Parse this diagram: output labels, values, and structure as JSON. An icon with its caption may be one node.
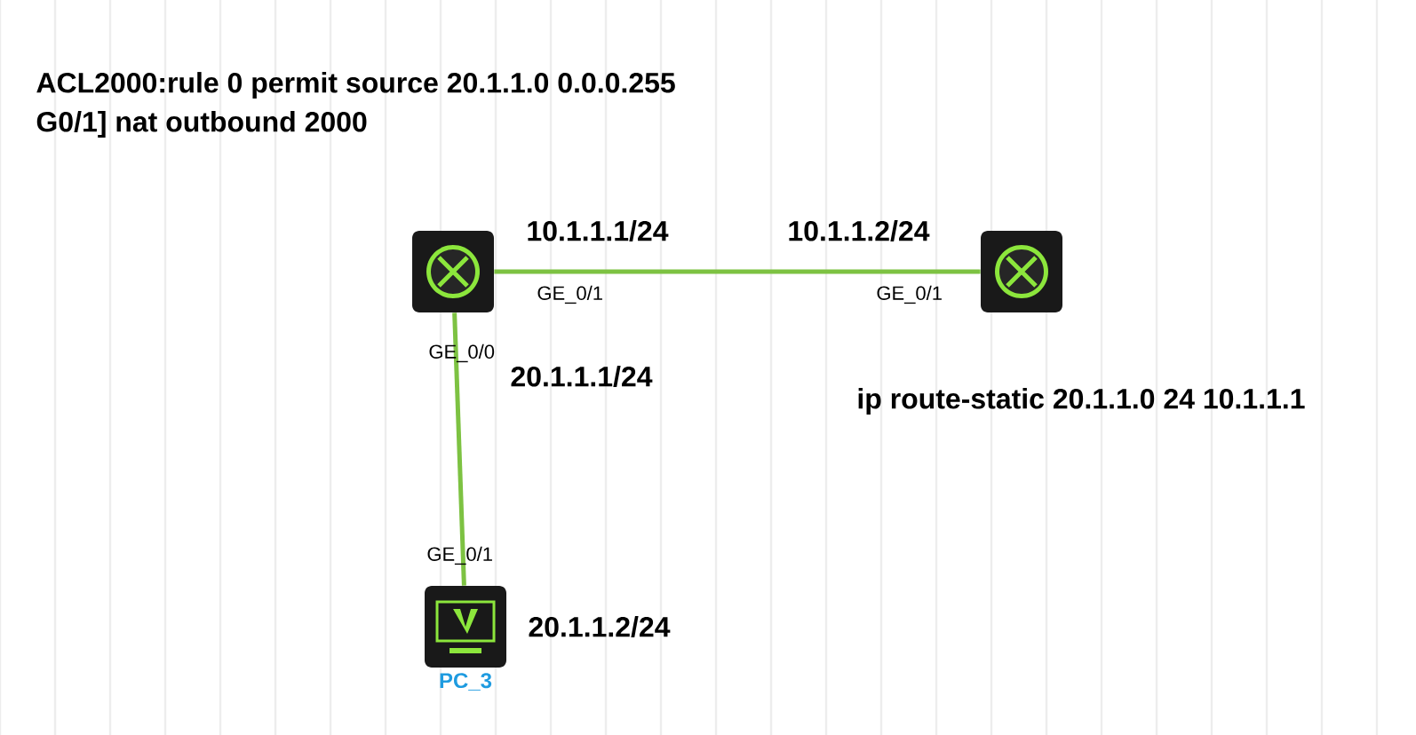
{
  "diagram": {
    "nodes": [
      {
        "text": [],
        "shape": "picture"
      },
      {
        "text": [],
        "shape": "picture"
      },
      {
        "text": [],
        "shape": "picture",
        "beside": [
          "PC_3"
        ]
      }
    ],
    "edges": [
      {
        "from": 0,
        "to": 1,
        "arrow": "none"
      },
      {
        "from": 0,
        "to": 2,
        "arrow": "none"
      }
    ],
    "labels": [
      "ACL2000:rule 0 permit source 20.1.1.0 0.0.0.255",
      "G0/1] nat outbound 2000",
      "10.1.1.1/24",
      "10.1.1.2/24",
      "GE_0/1",
      "GE_0/1",
      "GE_0/0",
      "20.1.1.1/24",
      "ip route-static 20.1.1.0 24 10.1.1.1",
      "GE_0/1",
      "20.1.1.2/24"
    ]
  }
}
